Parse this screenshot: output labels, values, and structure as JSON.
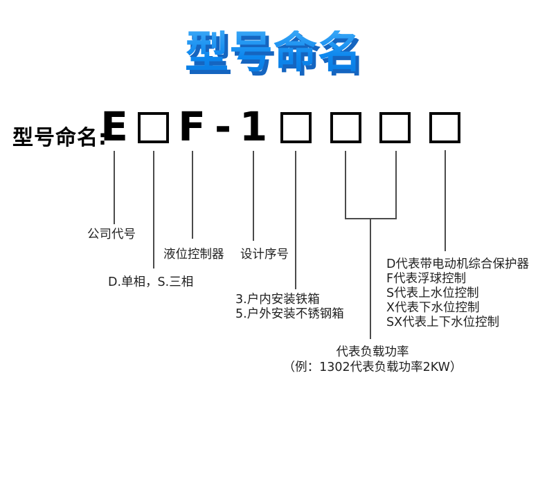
{
  "title": "型号命名",
  "model": {
    "prefix_label": "型号命名:",
    "char_e": "E",
    "char_f": "F",
    "char_dash": "-",
    "char_1": "1"
  },
  "annotations": {
    "company_code": "公司代号",
    "controller": "液位控制器",
    "design_serial": "设计序号",
    "phase": "D.单相，S.三相",
    "install_lines": [
      "3.户内安装铁箱",
      "5.户外安装不锈钢箱"
    ],
    "suffix_lines": [
      "D代表带电动机综合保护器",
      "F代表浮球控制",
      "S代表上水位控制",
      "X代表下水位控制",
      "SX代表上下水位控制"
    ],
    "power_title": "代表负载功率",
    "power_example": "（例：1302代表负载功率2KW）"
  },
  "colors": {
    "title_fill": "#0d87ee",
    "title_fill_top": "#38a6f6",
    "title_shadow": "#1565c0",
    "connector_line": "#4a4a4a",
    "box_border": "#050505",
    "text": "#1f1f1f",
    "background": "#ffffff"
  }
}
